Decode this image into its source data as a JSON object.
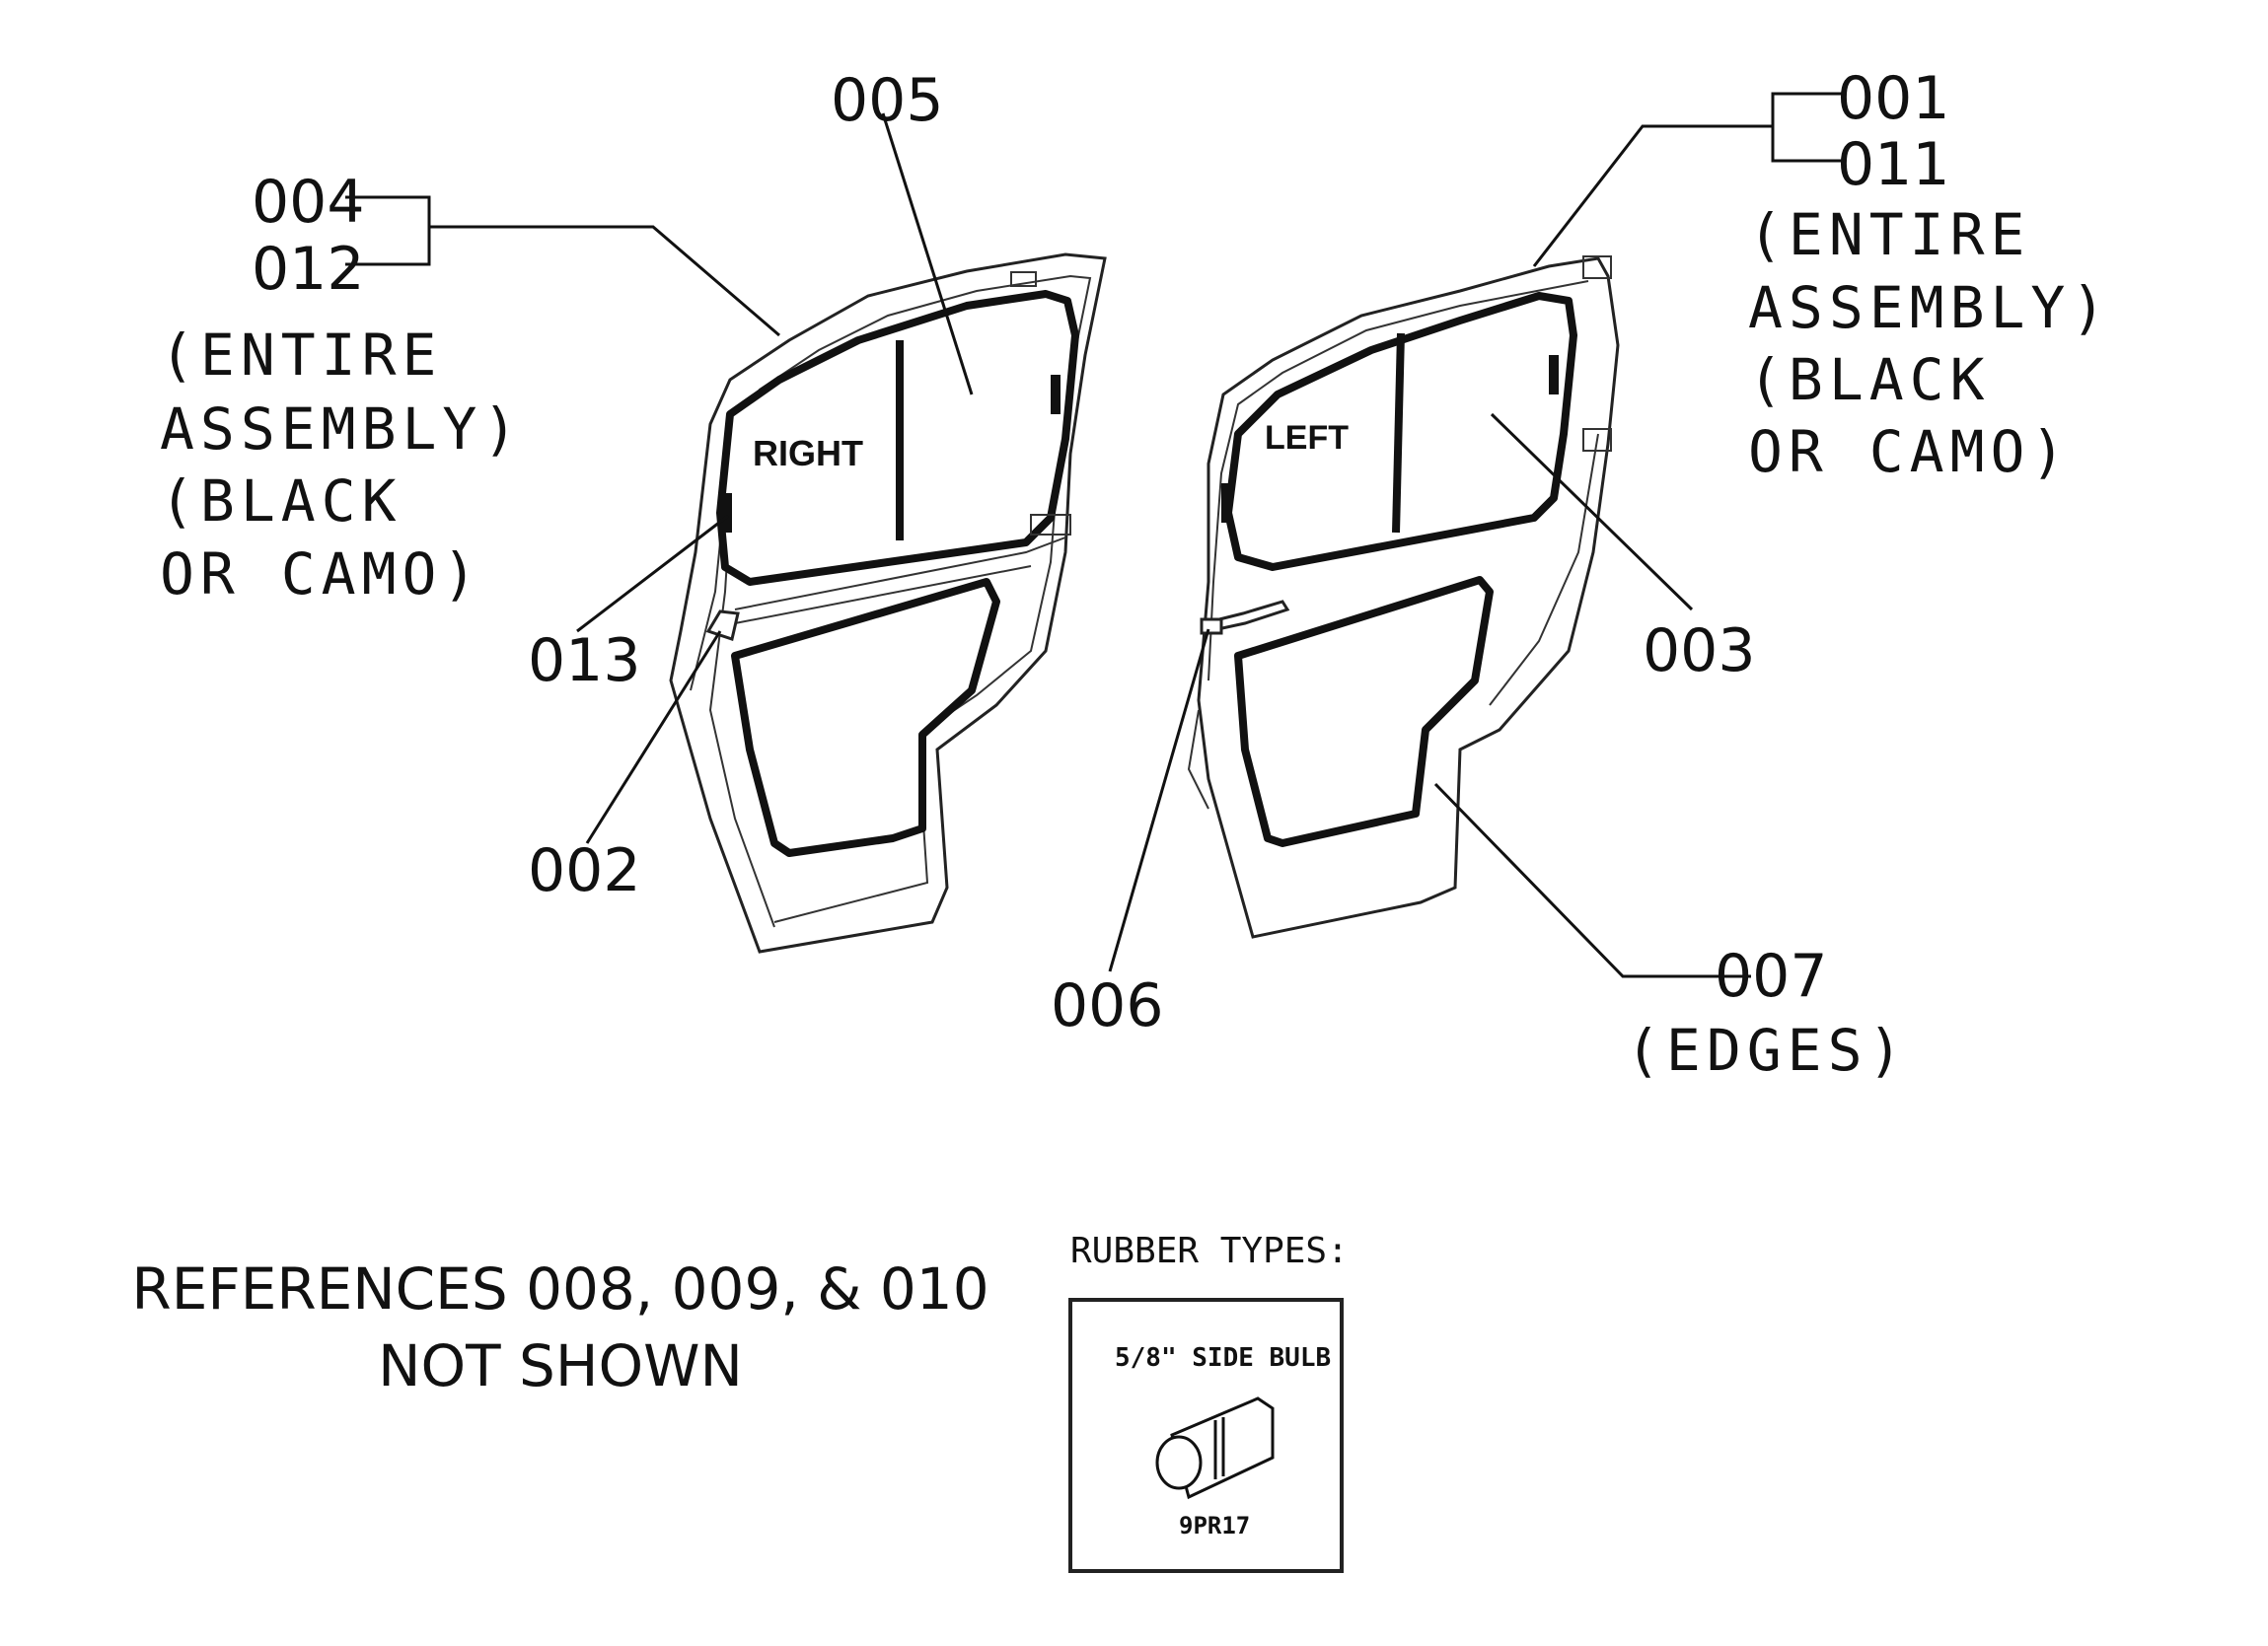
{
  "callouts": {
    "c005": "005",
    "c004": "004",
    "c012": "012",
    "c013": "013",
    "c002": "002",
    "c006": "006",
    "c001": "001",
    "c011": "011",
    "c003": "003",
    "c007": "007"
  },
  "left_note": [
    "(ENTIRE",
    "ASSEMBLY)",
    "(BLACK",
    "OR CAMO)"
  ],
  "right_note": [
    "(ENTIRE",
    "ASSEMBLY)",
    "(BLACK",
    "OR CAMO)"
  ],
  "edges_note": "(EDGES)",
  "door_labels": {
    "right": "RIGHT",
    "left": "LEFT"
  },
  "references_note": [
    "REFERENCES 008, 009, & 010",
    "NOT SHOWN"
  ],
  "rubber": {
    "heading": "RUBBER TYPES:",
    "type_label": "5/8\" SIDE BULB",
    "part_number": "9PR17"
  }
}
